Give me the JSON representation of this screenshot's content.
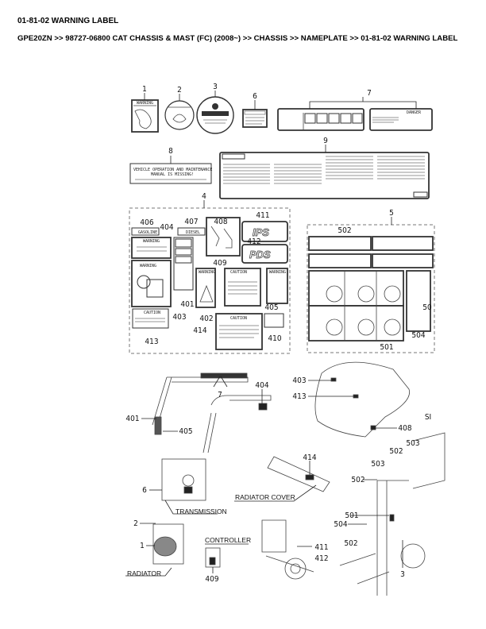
{
  "page": {
    "title": "01-81-02 WARNING LABEL",
    "breadcrumb": "GPE20ZN >> 98727-06800 CAT CHASSIS & MAST (FC) (2008~) >> CHASSIS >> NAMEPLATE >> 01-81-02 WARNING LABEL"
  },
  "labels": {
    "label8_line1": "VEHICLE OPERATION AND MAINTENANCE",
    "label8_line2": "MANUAL IS MISSING!",
    "warning": "WARNING",
    "caution": "CAUTION",
    "danger": "DANGER",
    "gasoline": "GASOLINE",
    "diesel": "DIESEL",
    "ips": "IPS",
    "pds": "PDS"
  },
  "callouts": {
    "c1": "1",
    "c2": "2",
    "c3": "3",
    "c6": "6",
    "c7": "7",
    "c8": "8",
    "c9": "9",
    "c4": "4",
    "c5": "5",
    "c406": "406",
    "c404": "404",
    "c407": "407",
    "c408": "408",
    "c411": "411",
    "c412": "412",
    "c409": "409",
    "c401": "401",
    "c403": "403",
    "c402": "402",
    "c413": "413",
    "c414": "414",
    "c405": "405",
    "c410": "410",
    "c502": "502",
    "c50x": "50",
    "c504": "504",
    "c501": "501",
    "d7": "7",
    "d404": "404",
    "d401": "401",
    "d405": "405",
    "d403": "403",
    "d413": "413",
    "d408": "408",
    "dSI": "SI",
    "d414": "414",
    "d6": "6",
    "d2": "2",
    "d1": "1",
    "d409": "409",
    "d411": "411",
    "d412": "412",
    "d503a": "503",
    "d502a": "502",
    "d503b": "503",
    "d502b": "502",
    "d501": "501",
    "d504": "504",
    "d502c": "502",
    "d3": "3"
  },
  "captions": {
    "radiator_cover": "RADIATOR COVER",
    "transmission": "TRANSMISSION",
    "radiator": "RADIATOR",
    "controller": "CONTROLLER"
  }
}
